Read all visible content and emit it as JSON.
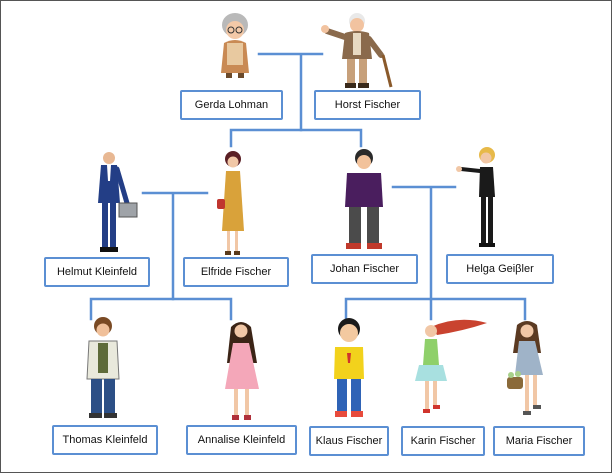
{
  "colors": {
    "connector_line": "#5b8fd3",
    "box_border": "#5b8fd3",
    "box_text": "#111111",
    "background": "#ffffff",
    "frame": "#555555"
  },
  "family_tree": {
    "grandparents": {
      "left": {
        "name": "Gerda Lohman",
        "figure": "grandmother-figure"
      },
      "right": {
        "name": "Horst Fischer",
        "figure": "grandfather-figure"
      }
    },
    "parents": [
      {
        "name": "Helmut Kleinfeld",
        "figure": "businessman-figure"
      },
      {
        "name": "Elfride Fischer",
        "figure": "woman-yellow-dress-figure"
      },
      {
        "name": "Johan Fischer",
        "figure": "man-purple-shirt-figure"
      },
      {
        "name": "Helga Geiβler",
        "figure": "woman-waving-figure"
      }
    ],
    "children": [
      {
        "name": "Thomas Kleinfeld",
        "figure": "teen-boy-figure"
      },
      {
        "name": "Annalise Kleinfeld",
        "figure": "girl-pink-dress-figure"
      },
      {
        "name": "Klaus Fischer",
        "figure": "boy-yellow-shirt-figure"
      },
      {
        "name": "Karin Fischer",
        "figure": "girl-running-figure"
      },
      {
        "name": "Maria Fischer",
        "figure": "girl-flower-basket-figure"
      }
    ]
  }
}
